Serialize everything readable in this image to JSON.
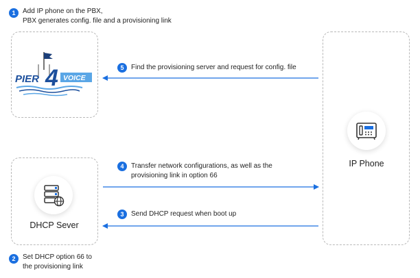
{
  "steps": {
    "s1": {
      "num": "1",
      "line1": "Add IP phone on the PBX,",
      "line2": "PBX generates config. file and a provisioning link"
    },
    "s2": {
      "num": "2",
      "line1": "Set DHCP option 66 to",
      "line2": "the provisioning link"
    },
    "s3": {
      "num": "3",
      "text": "Send DHCP request when boot up"
    },
    "s4": {
      "num": "4",
      "line1": "Transfer network configurations, as well as the",
      "line2": "provisioning link in option 66"
    },
    "s5": {
      "num": "5",
      "text": "Find the provisioning server and request for config. file"
    }
  },
  "nodes": {
    "pbx": {
      "logo_text": "PIER4VOICE",
      "icon": "pbx-logo"
    },
    "dhcp": {
      "label": "DHCP Sever",
      "icon": "dhcp-server-icon"
    },
    "phone": {
      "label": "IP Phone",
      "icon": "desk-phone-icon"
    }
  },
  "colors": {
    "accent": "#1a6fe0",
    "box_border": "#b8b8b8",
    "logo_blue": "#1c4f9c",
    "logo_light": "#5aa6e6"
  }
}
